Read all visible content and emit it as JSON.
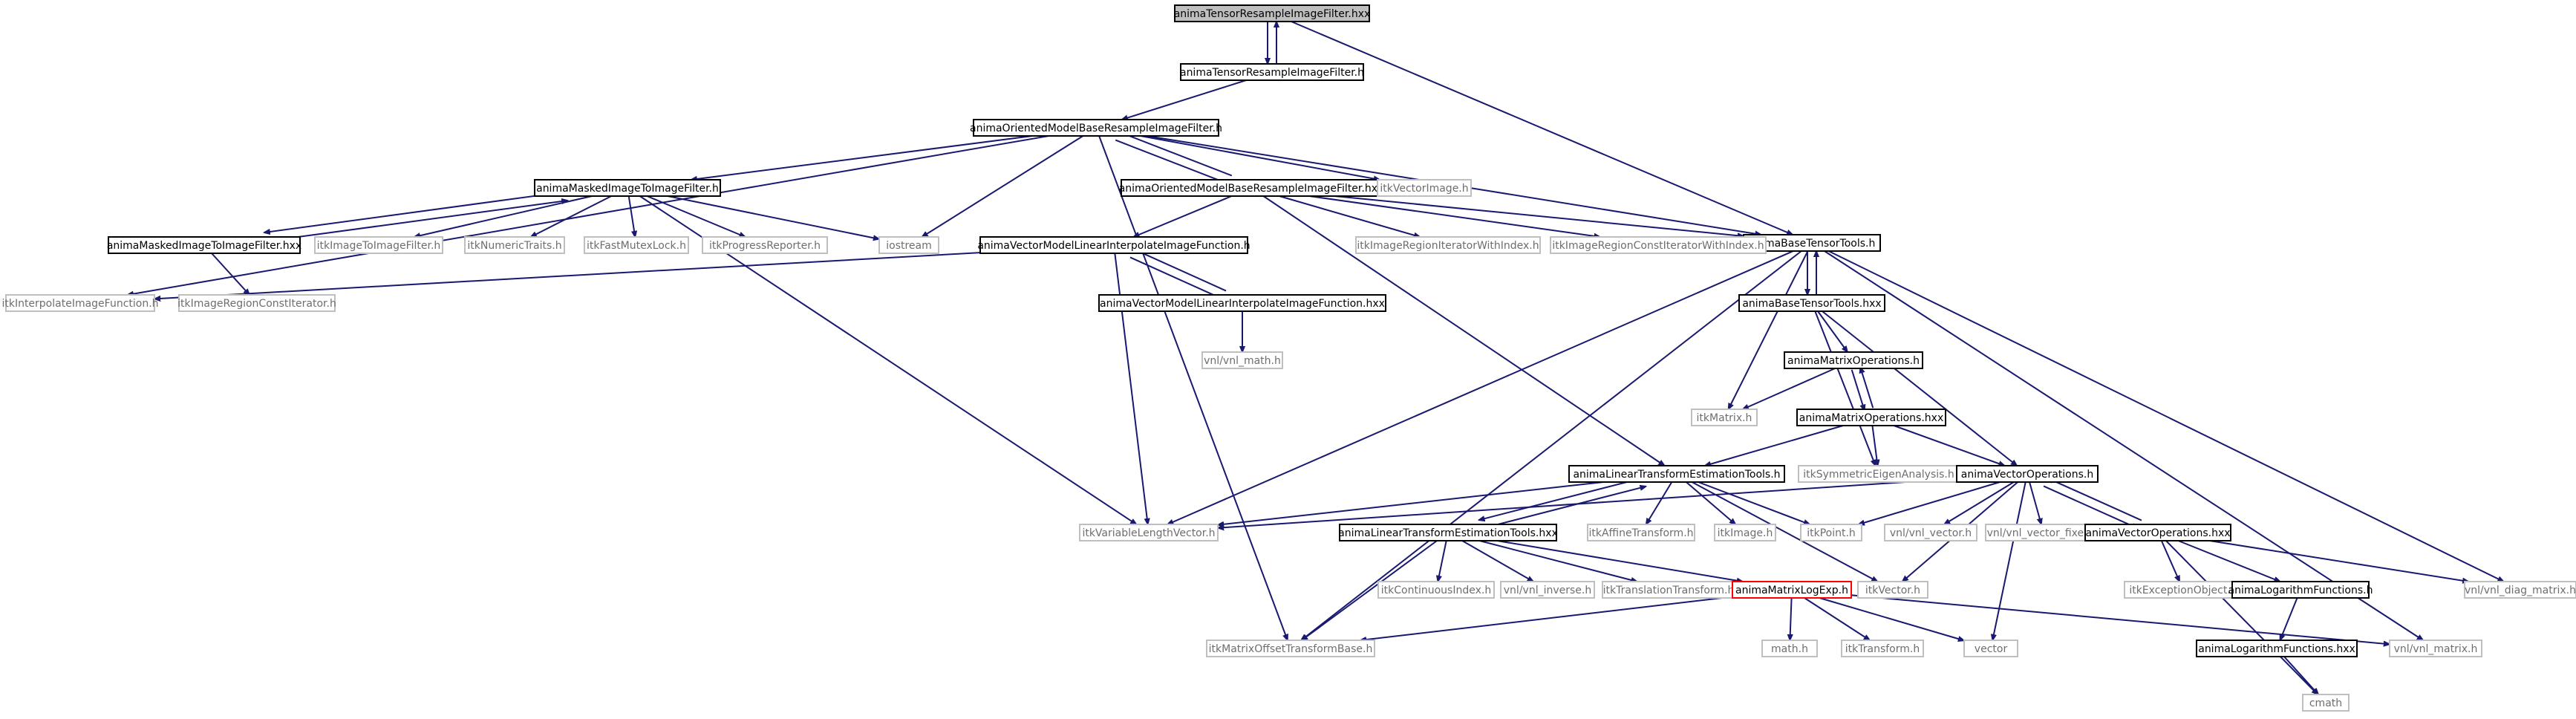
{
  "diagram": {
    "colors": {
      "edge": "#191970",
      "root_fill": "#bfbfbf",
      "documented_border": "#000000",
      "external_border": "#bfbfbf",
      "broken_border": "#ff0000"
    },
    "nodes": [
      {
        "id": "n0",
        "label": "animaTensorResampleImageFilter.hxx",
        "kind": "root"
      },
      {
        "id": "n1",
        "label": "animaTensorResampleImageFilter.h",
        "kind": "doc"
      },
      {
        "id": "n2",
        "label": "animaOrientedModelBaseResampleImageFilter.h",
        "kind": "doc"
      },
      {
        "id": "n3",
        "label": "animaBaseTensorTools.h",
        "kind": "doc"
      },
      {
        "id": "n4",
        "label": "animaMaskedImageToImageFilter.h",
        "kind": "doc"
      },
      {
        "id": "n5",
        "label": "animaOrientedModelBaseResampleImageFilter.hxx",
        "kind": "doc"
      },
      {
        "id": "n6",
        "label": "itkVectorImage.h",
        "kind": "ext"
      },
      {
        "id": "n7",
        "label": "animaMaskedImageToImageFilter.hxx",
        "kind": "doc"
      },
      {
        "id": "n8",
        "label": "itkImageToImageFilter.h",
        "kind": "ext"
      },
      {
        "id": "n9",
        "label": "itkNumericTraits.h",
        "kind": "ext"
      },
      {
        "id": "n10",
        "label": "itkFastMutexLock.h",
        "kind": "ext"
      },
      {
        "id": "n11",
        "label": "itkProgressReporter.h",
        "kind": "ext"
      },
      {
        "id": "n12",
        "label": "iostream",
        "kind": "ext"
      },
      {
        "id": "n13",
        "label": "animaVectorModelLinearInterpolateImageFunction.h",
        "kind": "doc"
      },
      {
        "id": "n14",
        "label": "itkImageRegionIteratorWithIndex.h",
        "kind": "ext"
      },
      {
        "id": "n15",
        "label": "itkImageRegionConstIteratorWithIndex.h",
        "kind": "ext"
      },
      {
        "id": "n16",
        "label": "itkInterpolateImageFunction.h",
        "kind": "ext"
      },
      {
        "id": "n17",
        "label": "itkImageRegionConstIterator.h",
        "kind": "ext"
      },
      {
        "id": "n18",
        "label": "animaVectorModelLinearInterpolateImageFunction.hxx",
        "kind": "doc"
      },
      {
        "id": "n19",
        "label": "vnl/vnl_math.h",
        "kind": "ext"
      },
      {
        "id": "n20",
        "label": "animaBaseTensorTools.hxx",
        "kind": "doc"
      },
      {
        "id": "n21",
        "label": "animaMatrixOperations.h",
        "kind": "doc"
      },
      {
        "id": "n22",
        "label": "itkMatrix.h",
        "kind": "ext"
      },
      {
        "id": "n23",
        "label": "animaMatrixOperations.hxx",
        "kind": "doc"
      },
      {
        "id": "n24",
        "label": "itkSymmetricEigenAnalysis.h",
        "kind": "ext"
      },
      {
        "id": "n25",
        "label": "animaLinearTransformEstimationTools.h",
        "kind": "doc"
      },
      {
        "id": "n26",
        "label": "animaVectorOperations.h",
        "kind": "doc"
      },
      {
        "id": "n27",
        "label": "itkVariableLengthVector.h",
        "kind": "ext"
      },
      {
        "id": "n28",
        "label": "animaLinearTransformEstimationTools.hxx",
        "kind": "doc"
      },
      {
        "id": "n29",
        "label": "itkAffineTransform.h",
        "kind": "ext"
      },
      {
        "id": "n30",
        "label": "itkImage.h",
        "kind": "ext"
      },
      {
        "id": "n31",
        "label": "itkPoint.h",
        "kind": "ext"
      },
      {
        "id": "n32",
        "label": "vnl/vnl_vector.h",
        "kind": "ext"
      },
      {
        "id": "n33",
        "label": "vnl/vnl_vector_fixed.h",
        "kind": "ext"
      },
      {
        "id": "n34",
        "label": "animaVectorOperations.hxx",
        "kind": "doc"
      },
      {
        "id": "n35",
        "label": "itkContinuousIndex.h",
        "kind": "ext"
      },
      {
        "id": "n36",
        "label": "vnl/vnl_inverse.h",
        "kind": "ext"
      },
      {
        "id": "n37",
        "label": "itkTranslationTransform.h",
        "kind": "ext"
      },
      {
        "id": "n38",
        "label": "animaMatrixLogExp.h",
        "kind": "broken"
      },
      {
        "id": "n39",
        "label": "itkVector.h",
        "kind": "ext"
      },
      {
        "id": "n40",
        "label": "itkExceptionObject.h",
        "kind": "ext"
      },
      {
        "id": "n41",
        "label": "animaLogarithmFunctions.h",
        "kind": "doc"
      },
      {
        "id": "n42",
        "label": "vnl/vnl_diag_matrix.h",
        "kind": "ext"
      },
      {
        "id": "n43",
        "label": "itkMatrixOffsetTransformBase.h",
        "kind": "ext"
      },
      {
        "id": "n44",
        "label": "math.h",
        "kind": "ext"
      },
      {
        "id": "n45",
        "label": "itkTransform.h",
        "kind": "ext"
      },
      {
        "id": "n46",
        "label": "vector",
        "kind": "ext"
      },
      {
        "id": "n47",
        "label": "animaLogarithmFunctions.hxx",
        "kind": "doc"
      },
      {
        "id": "n48",
        "label": "vnl/vnl_matrix.h",
        "kind": "ext"
      },
      {
        "id": "n49",
        "label": "cmath",
        "kind": "ext"
      }
    ],
    "edges": [
      [
        "n0",
        "n1"
      ],
      [
        "n1",
        "n0"
      ],
      [
        "n0",
        "n3"
      ],
      [
        "n1",
        "n2"
      ],
      [
        "n2",
        "n4"
      ],
      [
        "n2",
        "n5"
      ],
      [
        "n5",
        "n2"
      ],
      [
        "n2",
        "n6"
      ],
      [
        "n2",
        "n12"
      ],
      [
        "n2",
        "n16"
      ],
      [
        "n2",
        "n43"
      ],
      [
        "n2",
        "n3"
      ],
      [
        "n4",
        "n7"
      ],
      [
        "n7",
        "n4"
      ],
      [
        "n4",
        "n8"
      ],
      [
        "n4",
        "n9"
      ],
      [
        "n4",
        "n10"
      ],
      [
        "n4",
        "n11"
      ],
      [
        "n4",
        "n12"
      ],
      [
        "n4",
        "n27"
      ],
      [
        "n7",
        "n17"
      ],
      [
        "n5",
        "n13"
      ],
      [
        "n5",
        "n14"
      ],
      [
        "n5",
        "n15"
      ],
      [
        "n5",
        "n25"
      ],
      [
        "n5",
        "n3"
      ],
      [
        "n13",
        "n18"
      ],
      [
        "n18",
        "n13"
      ],
      [
        "n13",
        "n16"
      ],
      [
        "n13",
        "n27"
      ],
      [
        "n18",
        "n19"
      ],
      [
        "n3",
        "n20"
      ],
      [
        "n20",
        "n3"
      ],
      [
        "n3",
        "n22"
      ],
      [
        "n3",
        "n27"
      ],
      [
        "n3",
        "n43"
      ],
      [
        "n3",
        "n48"
      ],
      [
        "n3",
        "n42"
      ],
      [
        "n20",
        "n21"
      ],
      [
        "n20",
        "n26"
      ],
      [
        "n20",
        "n24"
      ],
      [
        "n21",
        "n23"
      ],
      [
        "n23",
        "n21"
      ],
      [
        "n21",
        "n22"
      ],
      [
        "n23",
        "n24"
      ],
      [
        "n23",
        "n25"
      ],
      [
        "n23",
        "n26"
      ],
      [
        "n25",
        "n28"
      ],
      [
        "n28",
        "n25"
      ],
      [
        "n25",
        "n29"
      ],
      [
        "n25",
        "n30"
      ],
      [
        "n25",
        "n31"
      ],
      [
        "n25",
        "n39"
      ],
      [
        "n25",
        "n27"
      ],
      [
        "n28",
        "n35"
      ],
      [
        "n28",
        "n36"
      ],
      [
        "n28",
        "n37"
      ],
      [
        "n28",
        "n38"
      ],
      [
        "n28",
        "n43"
      ],
      [
        "n26",
        "n34"
      ],
      [
        "n34",
        "n26"
      ],
      [
        "n26",
        "n27"
      ],
      [
        "n26",
        "n31"
      ],
      [
        "n26",
        "n32"
      ],
      [
        "n26",
        "n33"
      ],
      [
        "n26",
        "n39"
      ],
      [
        "n26",
        "n46"
      ],
      [
        "n34",
        "n40"
      ],
      [
        "n34",
        "n41"
      ],
      [
        "n34",
        "n42"
      ],
      [
        "n34",
        "n49"
      ],
      [
        "n41",
        "n47"
      ],
      [
        "n47",
        "n49"
      ],
      [
        "n38",
        "n44"
      ],
      [
        "n38",
        "n45"
      ],
      [
        "n38",
        "n46"
      ],
      [
        "n38",
        "n48"
      ],
      [
        "n38",
        "n43"
      ]
    ]
  }
}
